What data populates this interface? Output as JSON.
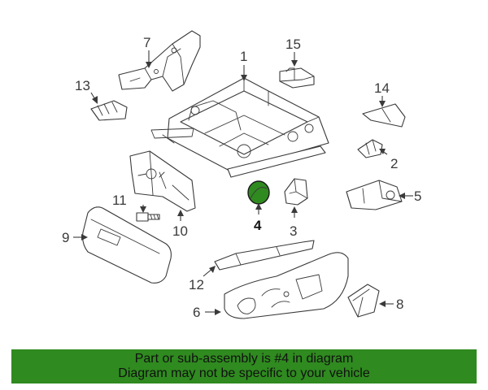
{
  "diagram": {
    "highlighted_part": "4",
    "callouts": {
      "c1": "1",
      "c2": "2",
      "c3": "3",
      "c4": "4",
      "c5": "5",
      "c6": "6",
      "c7": "7",
      "c8": "8",
      "c9": "9",
      "c10": "10",
      "c11": "11",
      "c12": "12",
      "c13": "13",
      "c14": "14",
      "c15": "15"
    },
    "colors": {
      "highlight": "#2f8a1f",
      "line": "#3a3a3a",
      "banner_bg": "#2f8a1f"
    }
  },
  "banner": {
    "line1": "Part or sub-assembly is #4 in diagram",
    "line2": "Diagram may not be specific to your vehicle"
  }
}
